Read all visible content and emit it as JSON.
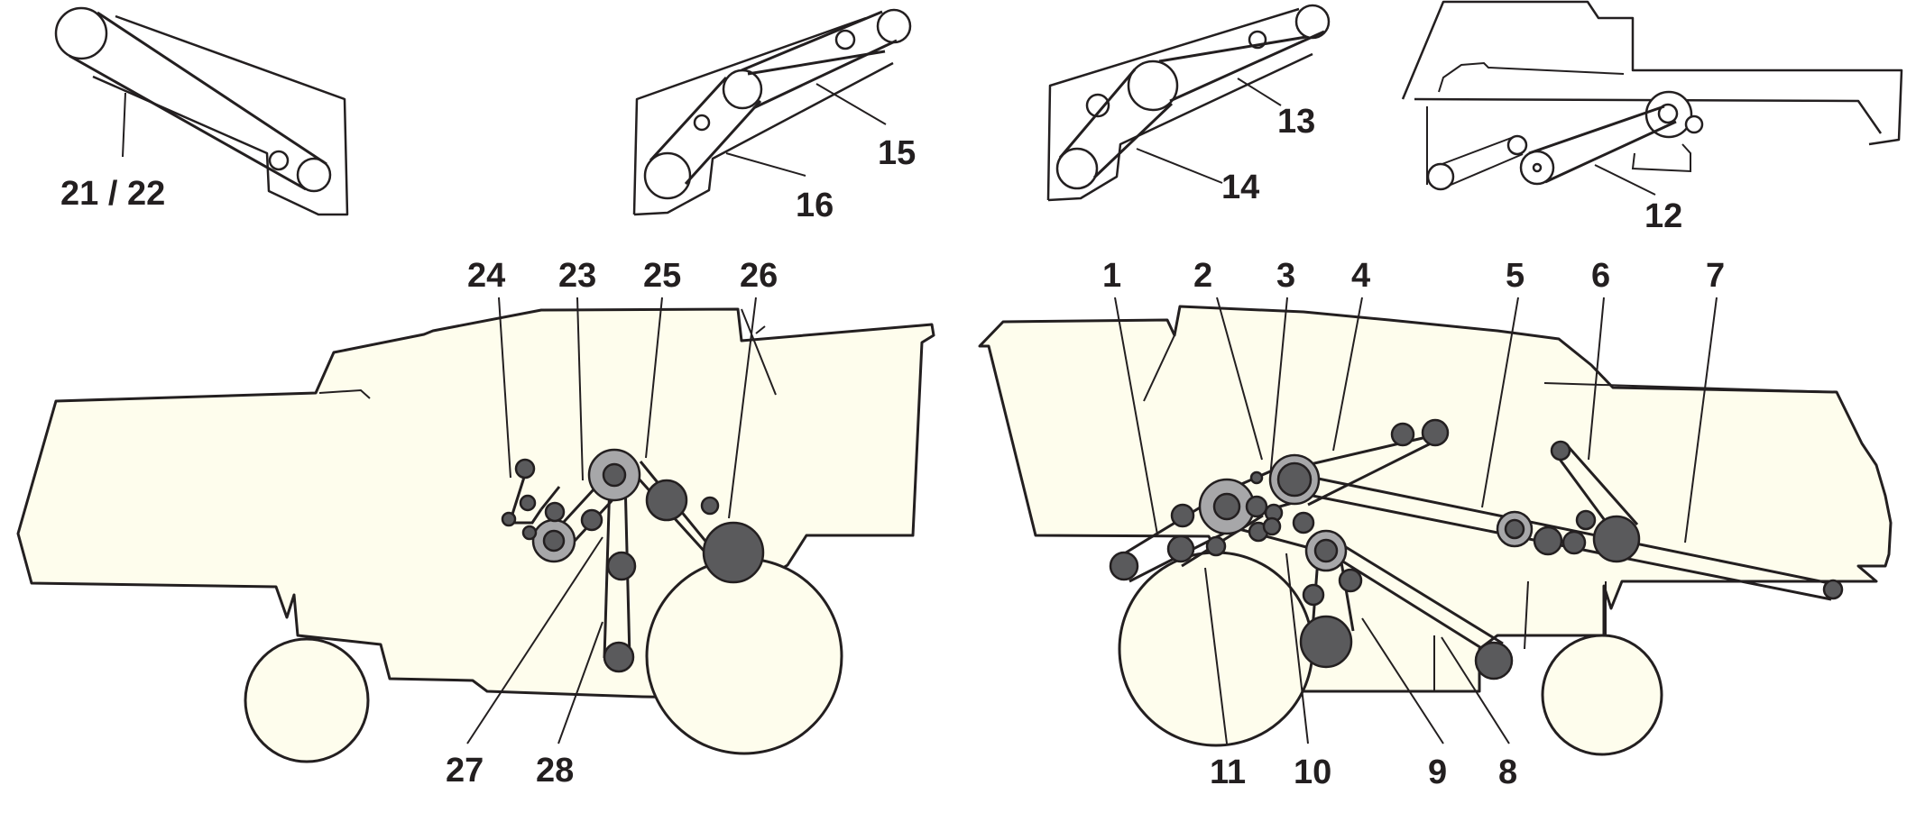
{
  "labels": {
    "l1": "1",
    "l2": "2",
    "l3": "3",
    "l4": "4",
    "l5": "5",
    "l6": "6",
    "l7": "7",
    "l8": "8",
    "l9": "9",
    "l10": "10",
    "l11": "11",
    "l12": "12",
    "l13": "13",
    "l14": "14",
    "l15": "15",
    "l16": "16",
    "l21_22": "21 / 22",
    "l23": "23",
    "l24": "24",
    "l25": "25",
    "l26": "26",
    "l27": "27",
    "l28": "28"
  },
  "colors": {
    "body_fill": "#fefded",
    "outline": "#231f20",
    "pulley_dark": "#5a5a5c",
    "pulley_light": "#a7a7a9"
  }
}
